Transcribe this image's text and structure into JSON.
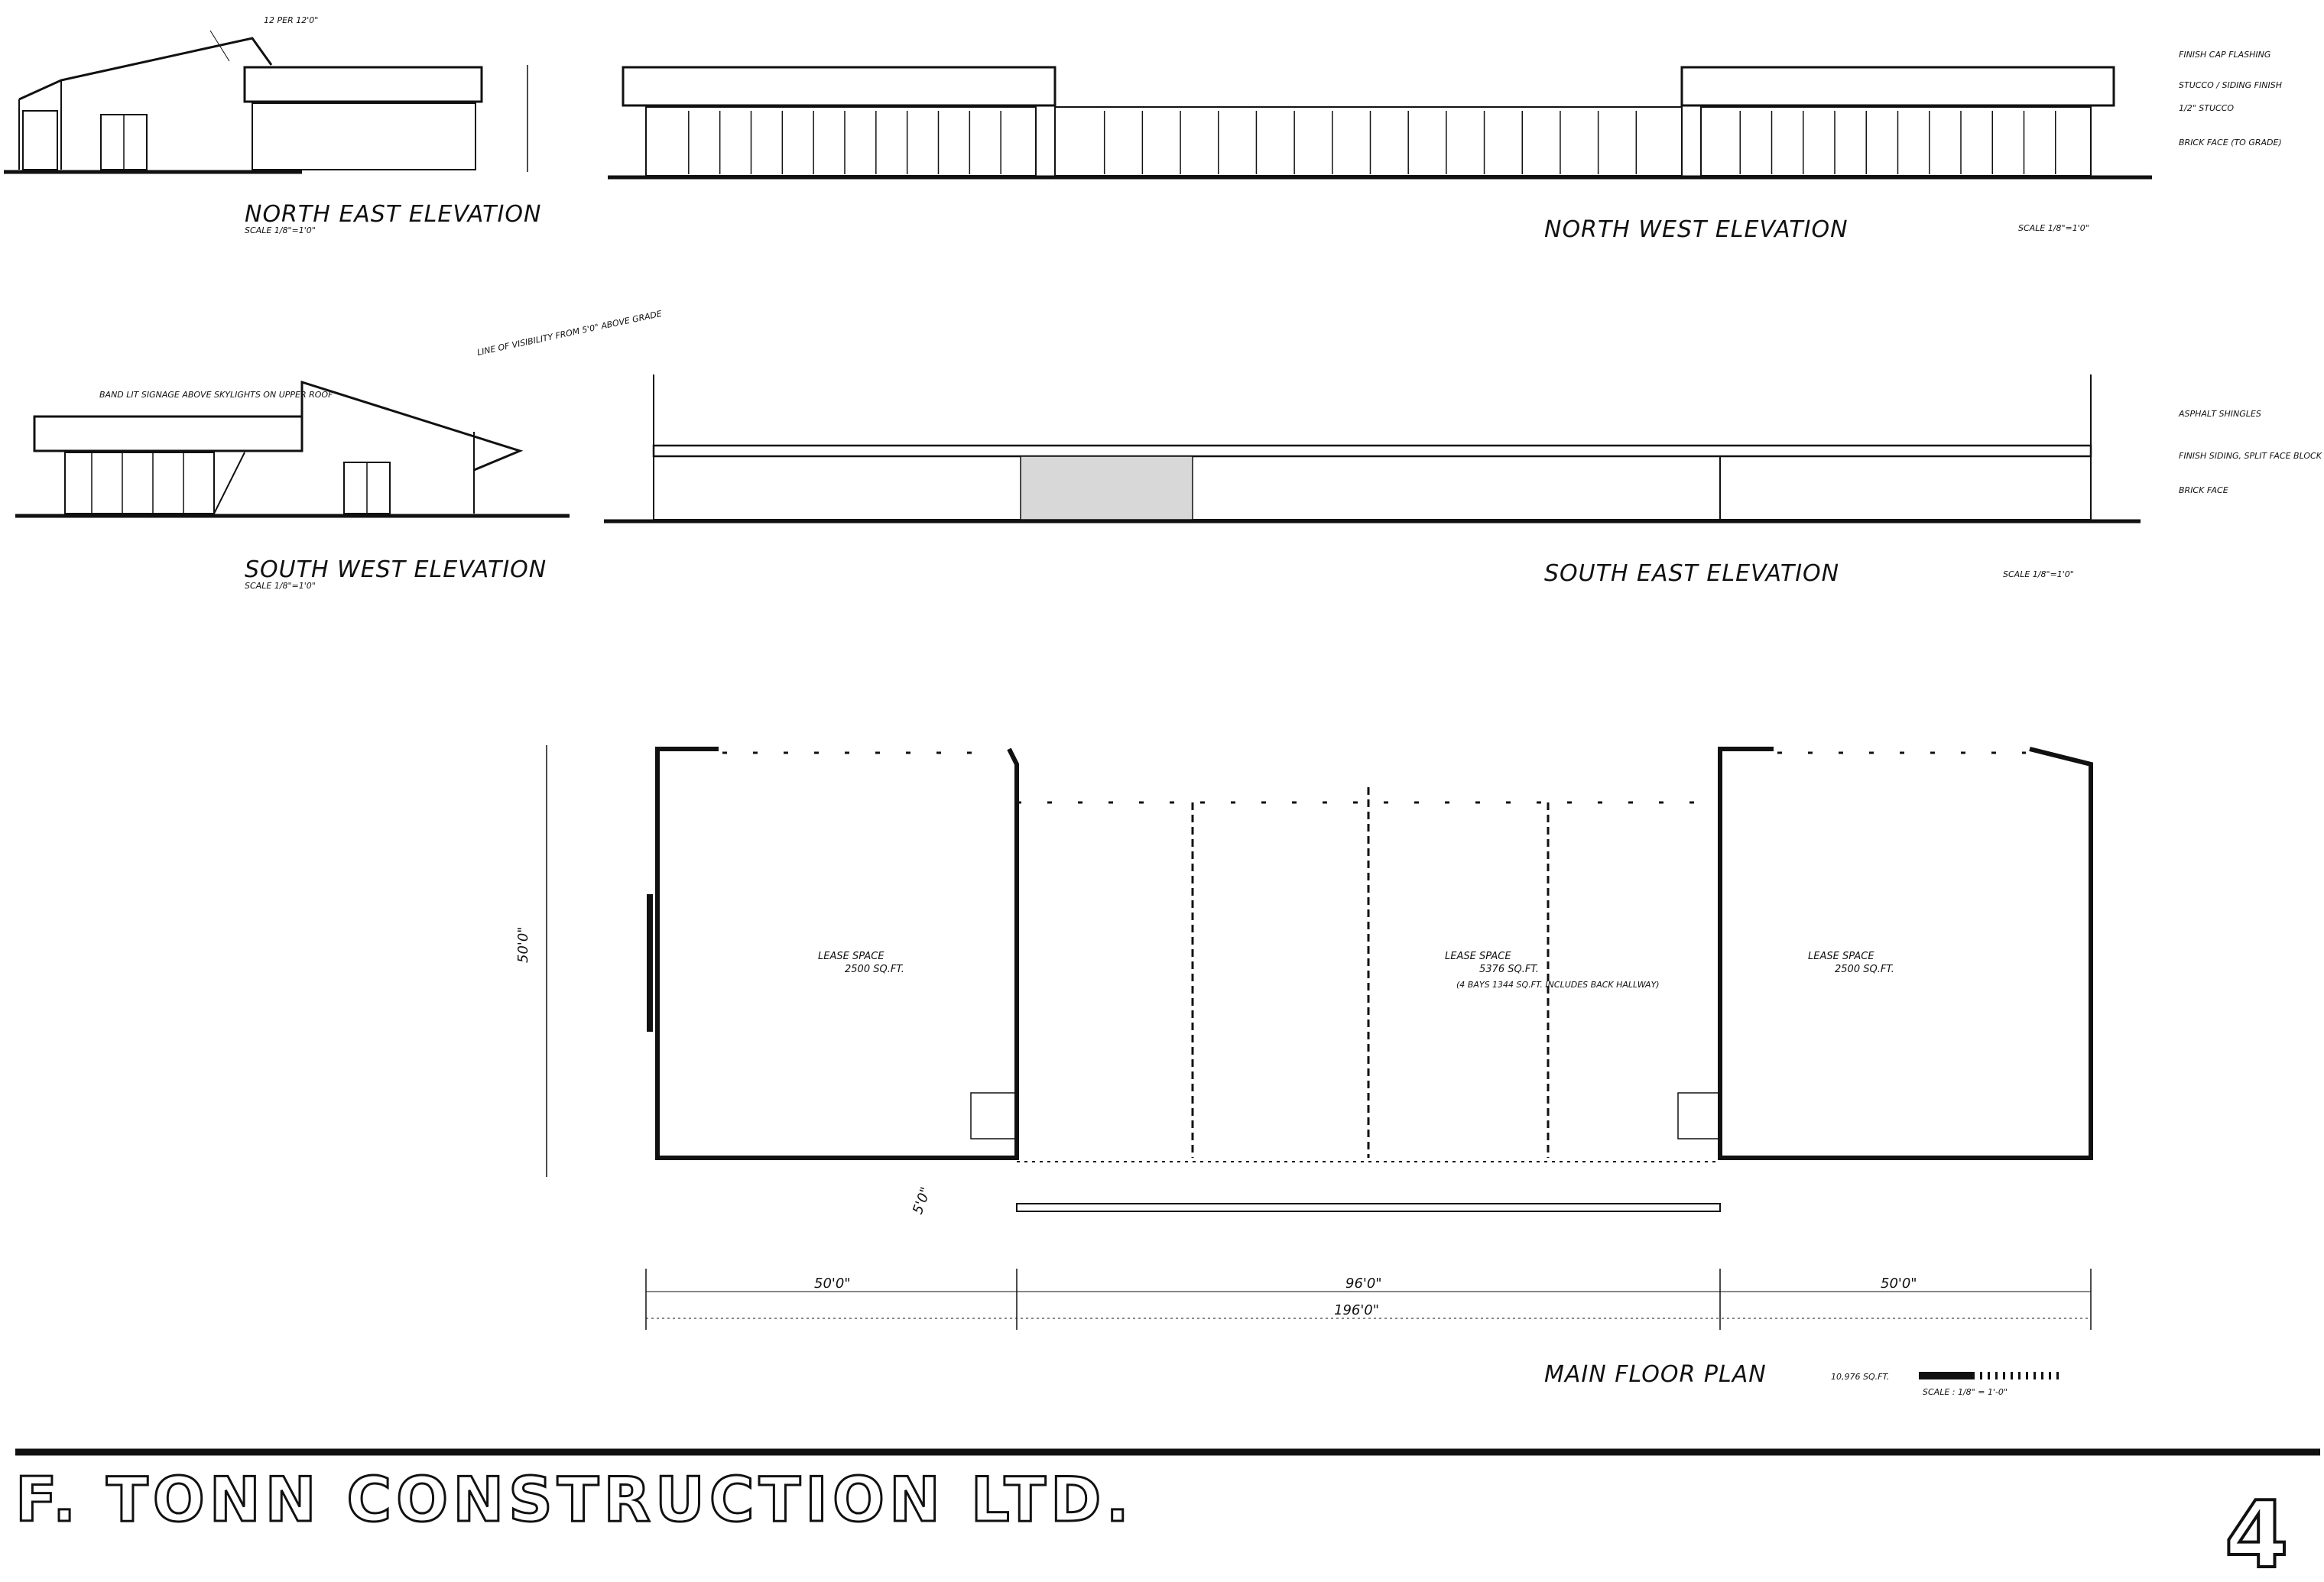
{
  "elevations": {
    "north_east": {
      "title": "NORTH EAST ELEVATION",
      "scale": "SCALE 1/8\"=1'0\"",
      "note": "12 PER 12'0\""
    },
    "north_west": {
      "title": "NORTH WEST ELEVATION",
      "scale": "SCALE 1/8\"=1'0\""
    },
    "south_west": {
      "title": "SOUTH WEST ELEVATION",
      "scale": "SCALE 1/8\"=1'0\"",
      "note": "BAND LIT SIGNAGE ABOVE SKYLIGHTS ON UPPER ROOF"
    },
    "south_east": {
      "title": "SOUTH EAST ELEVATION",
      "scale": "SCALE 1/8\"=1'0\""
    }
  },
  "notes": {
    "sight_line": "LINE OF VISIBILITY FROM 5'0\" ABOVE GRADE",
    "finish_upper": [
      "FINISH CAP FLASHING",
      "STUCCO / SIDING FINISH",
      "1/2\" STUCCO",
      "BRICK FACE (TO GRADE)"
    ],
    "finish_lower": [
      "ASPHALT SHINGLES",
      "FINISH SIDING, SPLIT FACE BLOCK",
      "BRICK FACE"
    ]
  },
  "floor_plan": {
    "title": "MAIN FLOOR PLAN",
    "area": "10,976 SQ.FT.",
    "scale": "SCALE : 1/8\" = 1'-0\"",
    "rooms": [
      {
        "label": "LEASE SPACE",
        "area": "2500 SQ.FT."
      },
      {
        "label": "LEASE SPACE",
        "area": "5376 SQ.FT.",
        "note": "(4 BAYS 1344 SQ.FT. INCLUDES BACK HALLWAY)"
      },
      {
        "label": "LEASE SPACE",
        "area": "2500 SQ.FT."
      }
    ],
    "dimensions": {
      "left": "50'0\"",
      "middle": "96'0\"",
      "right": "50'0\"",
      "total": "196'0\"",
      "depth": "50'0\"",
      "corridor": "5'0\""
    }
  },
  "company": "F. TONN CONSTRUCTION LTD.",
  "sheet_number": "4"
}
